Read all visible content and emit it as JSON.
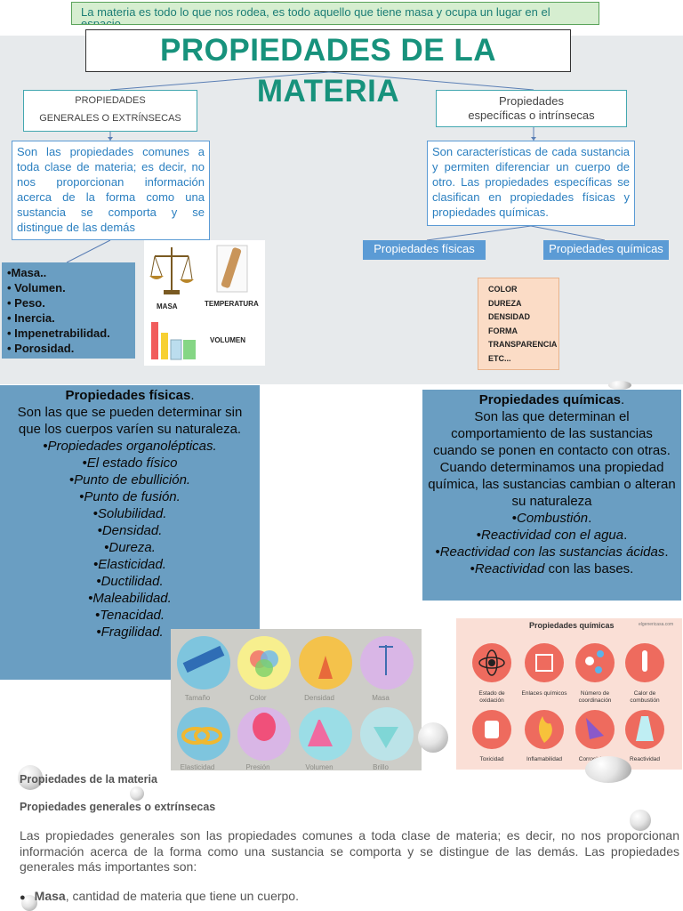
{
  "top_note": "La materia es todo lo que nos rodea, es todo aquello que tiene masa y ocupa un lugar en el espacio",
  "title": "PROPIEDADES DE LA MATERIA",
  "general": {
    "header_line1": "PROPIEDADES",
    "header_line2": "GENERALES O EXTRÍNSECAS",
    "description": "Son las propiedades comunes a toda clase de materia; es decir, no nos proporcionan información acerca de la forma como una sustancia se comporta y se distingue de las demás",
    "list": [
      "•Masa..",
      "• Volumen.",
      "• Peso.",
      "• Inercia.",
      "• Impenetrabilidad.",
      "• Porosidad."
    ],
    "image_labels": {
      "masa": "MASA",
      "temperatura": "TEMPERATURA",
      "volumen": "VOLUMEN"
    }
  },
  "specific": {
    "header_line1": "Propiedades",
    "header_line2": "específicas o intrínsecas",
    "description": "Son características de cada sustancia y permiten diferenciar un cuerpo de otro. Las propiedades específicas se clasifican en propiedades físicas y propiedades químicas.",
    "tag_fisicas": "Propiedades físicas",
    "tag_quimicas": "Propiedades químicas",
    "list": [
      "COLOR",
      "DUREZA",
      "DENSIDAD",
      "FORMA",
      "TRANSPARENCIA",
      "ETC..."
    ]
  },
  "fisicas": {
    "title": "Propiedades físicas",
    "title_suffix": ".",
    "intro": "Son las que se pueden determinar sin que los cuerpos varíen su naturaleza.",
    "items": [
      "•Propiedades organolépticas.",
      "•El estado físico",
      "•Punto de ebullición.",
      "•Punto de fusión.",
      "•Solubilidad.",
      "•Densidad.",
      "•Dureza.",
      "•Elasticidad.",
      "•Ductilidad.",
      "•Maleabilidad.",
      "•Tenacidad.",
      "•Fragilidad."
    ]
  },
  "quimicas": {
    "title": "Propiedades químicas",
    "title_suffix": ".",
    "intro": "Son las que determinan el comportamiento de las sustancias cuando se ponen en contacto con otras. Cuando determinamos una propiedad química, las sustancias cambian o alteran su naturaleza",
    "items": [
      {
        "bullet": "•",
        "italic": "Combustión",
        "rest": "."
      },
      {
        "bullet": "•",
        "italic": "Reactividad con el agua",
        "rest": "."
      },
      {
        "bullet": "•",
        "italic": "Reactividad con las sustancias ácidas",
        "rest": "."
      },
      {
        "bullet": "•",
        "italic": "Reactividad",
        "rest": " con las bases."
      }
    ]
  },
  "physical_image_labels": [
    "Tamaño",
    "Color",
    "Densidad",
    "Masa",
    "Elasticidad",
    "Presión",
    "Volumen",
    "Brillo"
  ],
  "chem_image": {
    "title": "Propiedades químicas",
    "site": "elgenericasa.com",
    "labels": [
      "Estado de oxidación",
      "Enlaces químicos",
      "Número de coordinación",
      "Calor de combustión",
      "Toxicidad",
      "Inflamabilidad",
      "Corrosividad",
      "Reactividad"
    ]
  },
  "bottom": {
    "heading1": "Propiedades de la materia",
    "heading2": "Propiedades generales o extrínsecas",
    "paragraph": "Las propiedades generales son las propiedades comunes a toda clase de materia; es decir, no nos proporcionan información acerca de la forma como una sustancia se comporta y se distingue de las demás. Las propiedades generales más importantes son:",
    "bullet_bold": "Masa",
    "bullet_rest": ", cantidad de materia que tiene un cuerpo."
  },
  "colors": {
    "accent_teal": "#17927c",
    "panel_blue": "#6a9ec2",
    "tag_blue": "#5b9bd5",
    "desc_text": "#2a7fc0"
  }
}
